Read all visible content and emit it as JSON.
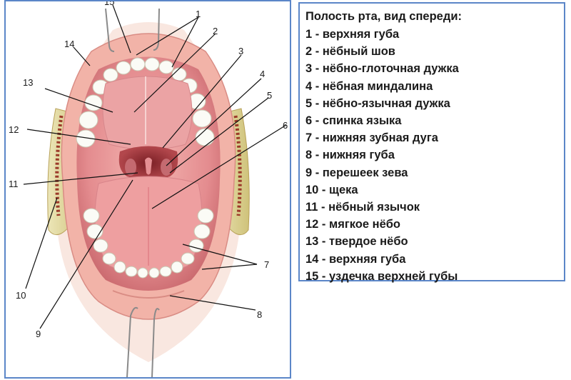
{
  "legend": {
    "title": "Полость рта, вид спереди:",
    "items": [
      "1 - верхняя губа",
      "2 - нёбный шов",
      "3 - нёбно-глоточная дужка",
      "4 - нёбная миндалина",
      "5 - нёбно-язычная дужка",
      "6 - спинка языка",
      "7 - нижняя зубная дуга",
      "8 - нижняя губа",
      "9 - перешеек зева",
      "10 - щека",
      "11 - нёбный язычок",
      "12 - мягкое нёбо",
      "13 - твердое нёбо",
      "14 - верхняя губа",
      "15 - уздечка верхней губы"
    ]
  },
  "figure": {
    "labels": [
      "1",
      "2",
      "3",
      "4",
      "5",
      "6",
      "7",
      "8",
      "9",
      "10",
      "11",
      "12",
      "13",
      "14",
      "15"
    ]
  },
  "colors": {
    "border": "#5b86c8",
    "mucosa": "#e58f93",
    "lip": "#f2b3a8",
    "cheek": "#d9cf8a",
    "teeth": "#fbfbf6"
  }
}
